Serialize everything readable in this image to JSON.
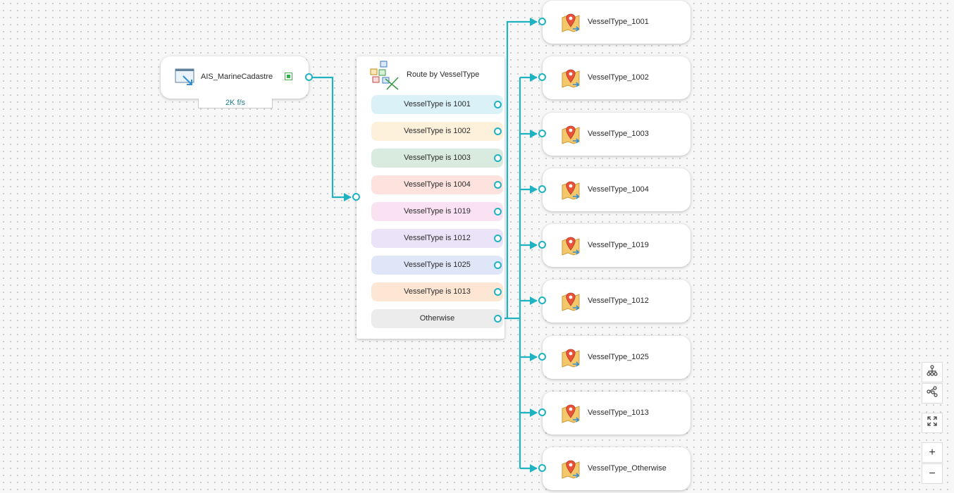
{
  "source": {
    "name": "AIS_MarineCadastre",
    "rate": "2K f/s",
    "icon": "feed-source-icon",
    "status_color": "#2db34a"
  },
  "router": {
    "title": "Route by VesselType",
    "icon": "route-split-icon",
    "conditions": [
      {
        "label": "VesselType is 1001",
        "color": "#daf1f8"
      },
      {
        "label": "VesselType is 1002",
        "color": "#fdf1dc"
      },
      {
        "label": "VesselType is 1003",
        "color": "#d8ebde"
      },
      {
        "label": "VesselType is 1004",
        "color": "#fde2de"
      },
      {
        "label": "VesselType is 1019",
        "color": "#fbe2f3"
      },
      {
        "label": "VesselType is 1012",
        "color": "#ebe3f8"
      },
      {
        "label": "VesselType is 1025",
        "color": "#dee6f8"
      },
      {
        "label": "VesselType is 1013",
        "color": "#fde6d3"
      },
      {
        "label": "Otherwise",
        "color": "#ececec"
      }
    ]
  },
  "outputs": [
    {
      "label": "VesselType_1001"
    },
    {
      "label": "VesselType_1002"
    },
    {
      "label": "VesselType_1003"
    },
    {
      "label": "VesselType_1004"
    },
    {
      "label": "VesselType_1019"
    },
    {
      "label": "VesselType_1012"
    },
    {
      "label": "VesselType_1025"
    },
    {
      "label": "VesselType_1013"
    },
    {
      "label": "VesselType_Otherwise"
    }
  ],
  "output_icon": "map-pin-layer-icon",
  "connector_color": "#1fb3c2",
  "toolbar": {
    "tools": [
      {
        "name": "tree-layout-icon"
      },
      {
        "name": "graph-layout-icon"
      },
      {
        "name": "fit-to-screen-icon"
      },
      {
        "name": "zoom-in-icon",
        "glyph": "+"
      },
      {
        "name": "zoom-out-icon",
        "glyph": "−"
      }
    ]
  }
}
